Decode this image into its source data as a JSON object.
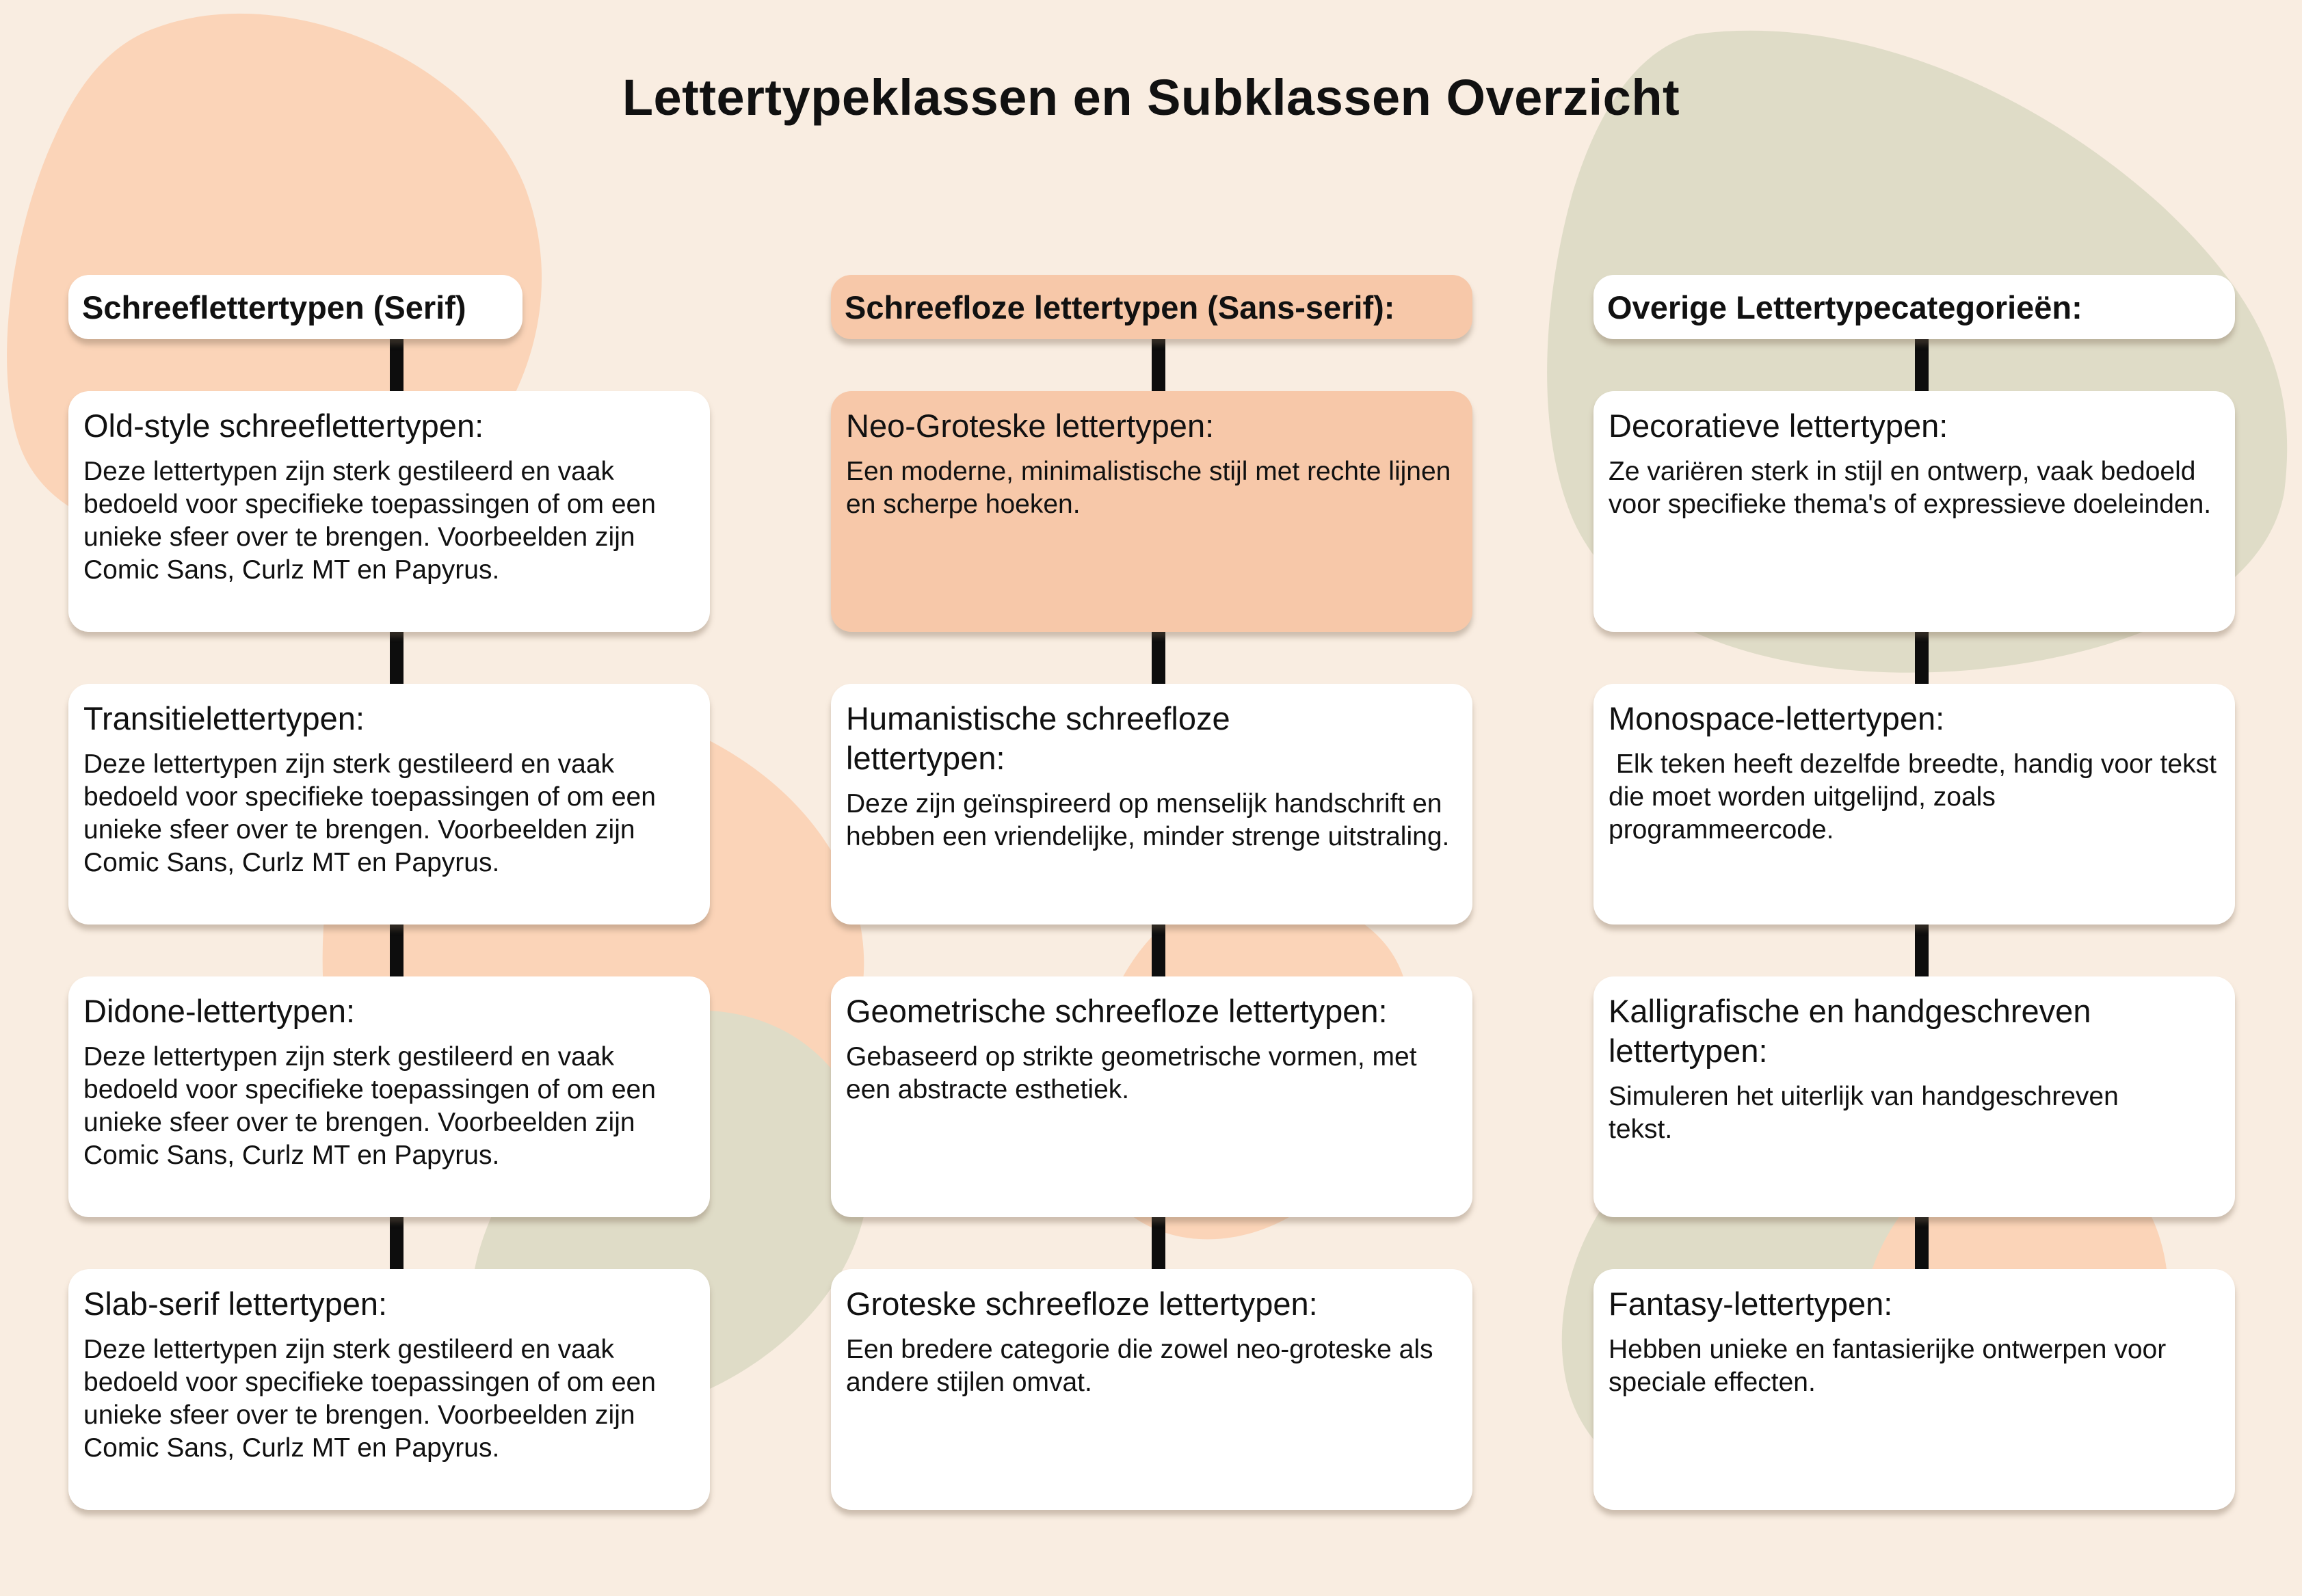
{
  "title": "Lettertypeklassen en Subklassen Overzicht",
  "colors": {
    "background": "#f9ede1",
    "peach_blob": "#fbd4b8",
    "sage_blob": "#dfdcc7",
    "accent_card": "#f7c8a9",
    "card": "#ffffff",
    "connector": "#0d0d0d"
  },
  "columns": [
    {
      "header": "Schreeflettertypen (Serif)",
      "cards": [
        {
          "title": "Old-style schreeflettertypen:",
          "text": "Deze lettertypen zijn sterk gestileerd en vaak bedoeld voor specifieke toepassingen of om een unieke sfeer over te brengen. Voorbeelden zijn Comic Sans, Curlz MT en Papyrus."
        },
        {
          "title": "Transitielettertypen:",
          "text": "Deze lettertypen zijn sterk gestileerd en vaak bedoeld voor specifieke toepassingen of om een unieke sfeer over te brengen. Voorbeelden zijn Comic Sans, Curlz MT en Papyrus."
        },
        {
          "title": "Didone-lettertypen:",
          "text": "Deze lettertypen zijn sterk gestileerd en vaak bedoeld voor specifieke toepassingen of om een unieke sfeer over te brengen. Voorbeelden zijn Comic Sans, Curlz MT en Papyrus."
        },
        {
          "title": "Slab-serif lettertypen:",
          "text": "Deze lettertypen zijn sterk gestileerd en vaak bedoeld voor specifieke toepassingen of om een unieke sfeer over te brengen. Voorbeelden zijn Comic Sans, Curlz MT en Papyrus."
        }
      ]
    },
    {
      "header": "Schreefloze lettertypen (Sans-serif):",
      "cards": [
        {
          "title": "Neo-Groteske lettertypen:",
          "text": "Een moderne, minimalistische stijl met rechte lijnen en scherpe hoeken."
        },
        {
          "title": "Humanistische schreefloze lettertypen:",
          "text": "Deze zijn geïnspireerd op menselijk handschrift en hebben een vriendelijke, minder strenge uitstraling."
        },
        {
          "title": "Geometrische schreefloze lettertypen:",
          "text": "Gebaseerd op strikte geometrische vormen, met een abstracte esthetiek."
        },
        {
          "title": "Groteske schreefloze lettertypen:",
          "text": "Een bredere categorie die zowel neo-groteske als andere stijlen omvat."
        }
      ]
    },
    {
      "header": "Overige Lettertypecategorieën:",
      "cards": [
        {
          "title": "Decoratieve lettertypen:",
          "text": "Ze variëren sterk in stijl en ontwerp, vaak bedoeld voor specifieke thema's of expressieve doeleinden."
        },
        {
          "title": "Monospace-lettertypen:",
          "text": " Elk teken heeft dezelfde breedte, handig voor tekst die moet worden uitgelijnd, zoals programmeercode."
        },
        {
          "title": "Kalligrafische en handgeschreven lettertypen:",
          "text": "Simuleren het uiterlijk van handgeschreven tekst."
        },
        {
          "title": "Fantasy-lettertypen:",
          "text": "Hebben unieke en fantasierijke ontwerpen voor speciale effecten."
        }
      ]
    }
  ]
}
